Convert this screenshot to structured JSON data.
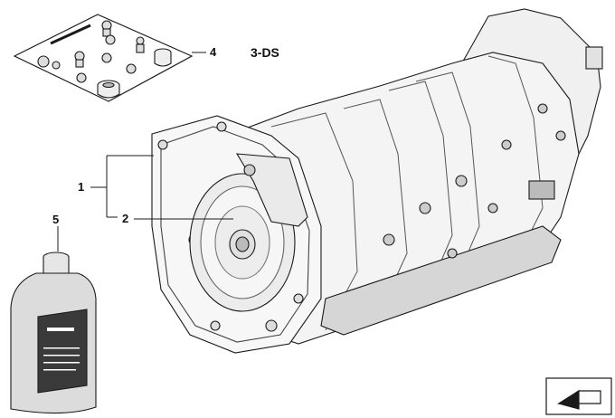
{
  "diagram": {
    "callouts": [
      {
        "id": "1",
        "label": "1"
      },
      {
        "id": "2",
        "label": "2"
      },
      {
        "id": "4",
        "label": "4"
      },
      {
        "id": "5",
        "label": "5"
      }
    ],
    "code": "3-DS"
  },
  "colors": {
    "ink": "#1a1a1a",
    "casting": "#f4f4f4",
    "shade": "#d6d6d6",
    "bottle": "#dcdcdc",
    "label": "#3a3a3a"
  },
  "icons": [
    "parts-kit-icon",
    "transmission-illustration",
    "oil-bottle-icon",
    "navigation-arrow-icon"
  ]
}
